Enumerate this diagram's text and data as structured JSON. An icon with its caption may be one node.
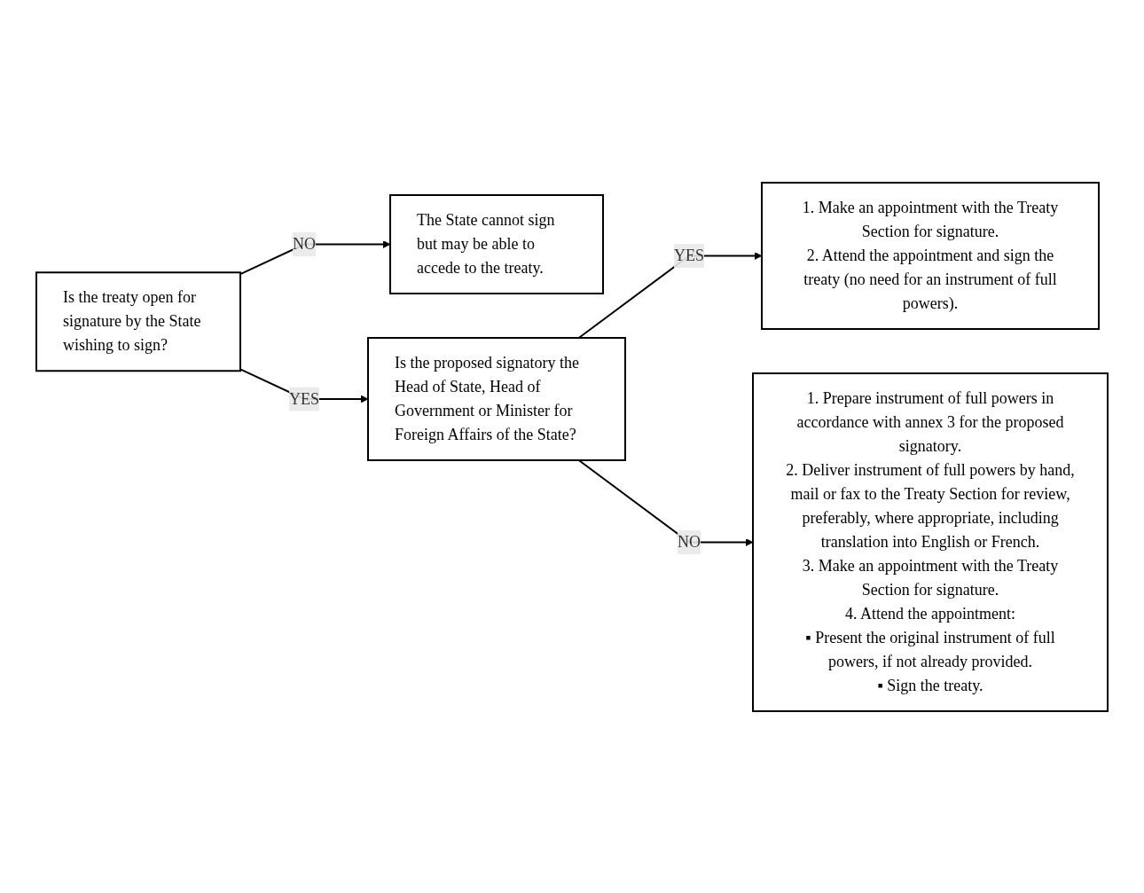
{
  "diagram": {
    "nodes": [
      {
        "text": [
          "Is the treaty open for signature by the State wishing to sign?"
        ]
      },
      {
        "text": [
          "The State cannot sign but may be able to accede to the treaty."
        ]
      },
      {
        "text": [
          "Is the proposed signatory the Head of State, Head of Government or Minister for Foreign Affairs of the State?"
        ]
      },
      {
        "text": [
          "1. Make an appointment with the Treaty Section for signature.",
          "2. Attend the appointment and sign the treaty (no need for an instrument of full powers)."
        ]
      },
      {
        "text": [
          "1. Prepare instrument of full powers in accordance with annex 3 for the proposed signatory.",
          "2. Deliver instrument of full powers by hand, mail or fax to the Treaty Section for review, preferably, where appropriate, including translation into English or French.",
          "3. Make an appointment with the Treaty Section for signature.",
          "4. Attend the appointment:",
          "▪ Present the original instrument of full powers, if not already provided.",
          "▪ Sign the treaty."
        ]
      }
    ],
    "edges": [
      {
        "from": 0,
        "to": 1,
        "label": "NO",
        "arrow": "to"
      },
      {
        "from": 0,
        "to": 2,
        "label": "YES",
        "arrow": "to"
      },
      {
        "from": 2,
        "to": 3,
        "label": "YES",
        "arrow": "to"
      },
      {
        "from": 2,
        "to": 4,
        "label": "NO",
        "arrow": "to"
      }
    ]
  }
}
